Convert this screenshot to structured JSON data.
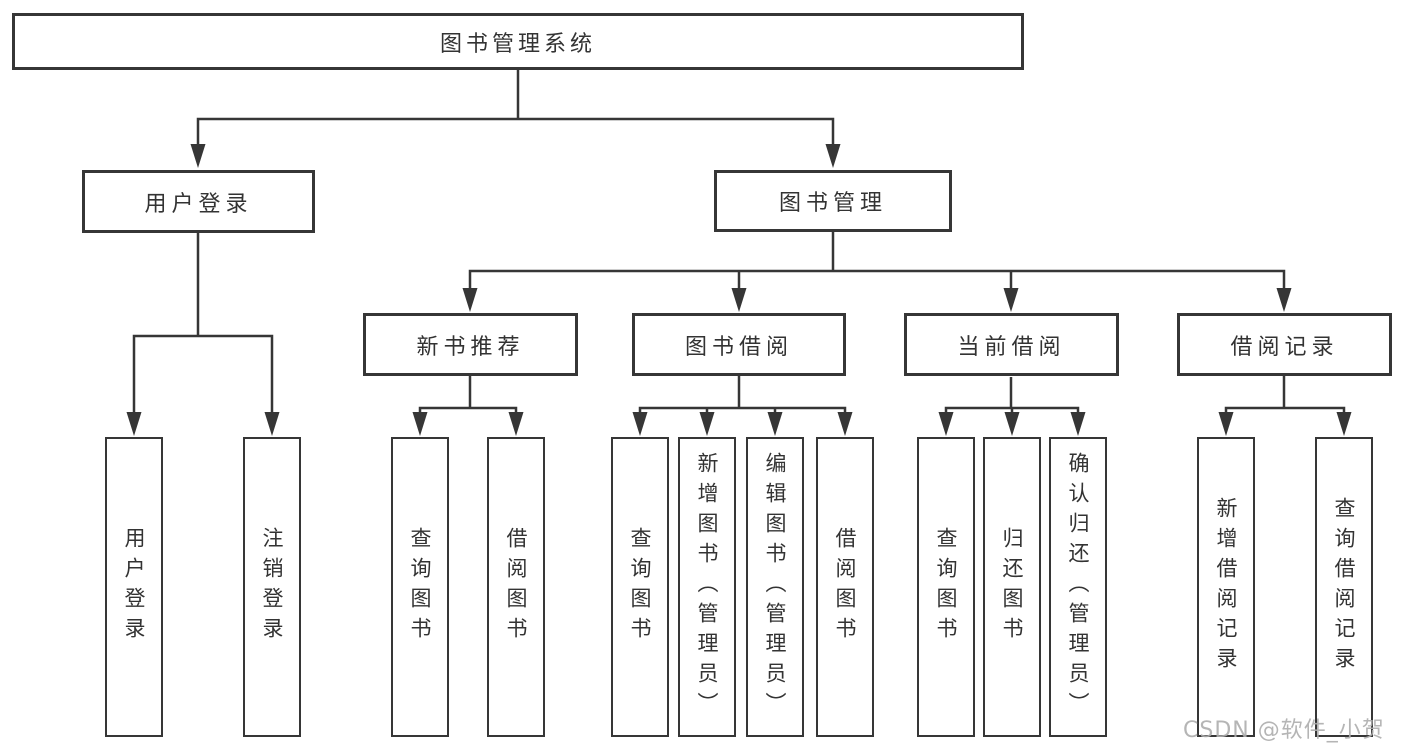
{
  "page": {
    "background": "#ffffff"
  },
  "colors": {
    "line": "#363636",
    "box_border": "#363636",
    "text": "#333333",
    "watermark": "#aeaeae"
  },
  "tree": {
    "root": {
      "label": "图书管理系统"
    },
    "level2": [
      {
        "label": "用户登录"
      },
      {
        "label": "图书管理"
      }
    ],
    "level3": [
      {
        "label": "新书推荐"
      },
      {
        "label": "图书借阅"
      },
      {
        "label": "当前借阅"
      },
      {
        "label": "借阅记录"
      }
    ],
    "leafGroups": [
      {
        "items": [
          "用户登录",
          "注销登录"
        ]
      },
      {
        "items": [
          "查询图书",
          "借阅图书"
        ]
      },
      {
        "items": [
          "查询图书",
          "新增图书（管理员）",
          "编辑图书（管理员）",
          "借阅图书"
        ]
      },
      {
        "items": [
          "查询图书",
          "归还图书",
          "确认归还（管理员）"
        ]
      },
      {
        "items": [
          "新增借阅记录",
          "查询借阅记录"
        ]
      }
    ]
  },
  "watermark": {
    "text": "CSDN @软件_小贺同学"
  }
}
